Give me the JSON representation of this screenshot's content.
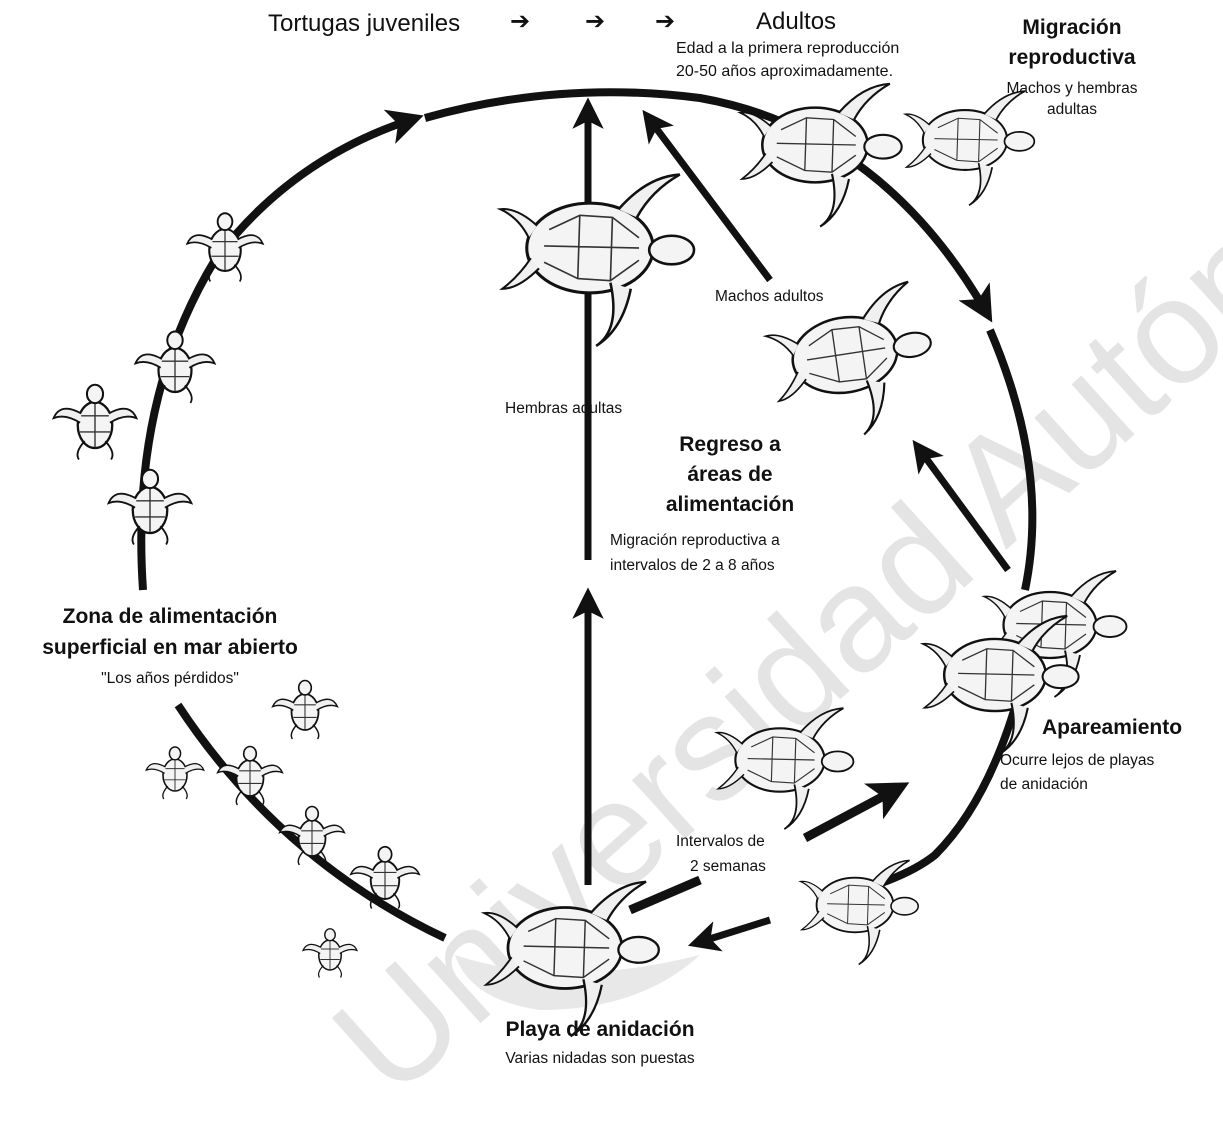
{
  "watermark": "Universidad Autónoma de Querétaro - Dirección General de Bibliotecas UAQ",
  "top": {
    "juveniles": "Tortugas juveniles",
    "arrows": [
      "➔",
      "➔",
      "➔"
    ],
    "adultos": "Adultos",
    "edad_line1": "Edad a la primera reproducción",
    "edad_line2": "20-50 años aproximadamente."
  },
  "migracion": {
    "title_line1": "Migración",
    "title_line2": "reproductiva",
    "sub_line1": "Machos y hembras",
    "sub_line2": "adultas"
  },
  "machos": "Machos adultos",
  "hembras": "Hembras adultas",
  "regreso": {
    "title_line1": "Regreso a",
    "title_line2": "áreas de",
    "title_line3": "alimentación",
    "sub_line1": "Migración reproductiva a",
    "sub_line2": "intervalos de 2 a 8 años"
  },
  "zona": {
    "title_line1": "Zona de alimentación",
    "title_line2": "superficial en mar abierto",
    "sub": "\"Los años pérdidos\""
  },
  "apareamiento": {
    "title": "Apareamiento",
    "sub_line1": "Ocurre lejos de playas",
    "sub_line2": "de anidación"
  },
  "intervalos": {
    "line1": "Intervalos de",
    "line2": "2 semanas"
  },
  "playa": {
    "title": "Playa de anidación",
    "sub": "Varias nidadas son puestas"
  },
  "colors": {
    "ink": "#111111",
    "shell_fill": "#f4f4f4",
    "watermark": "#e4e4e4"
  }
}
